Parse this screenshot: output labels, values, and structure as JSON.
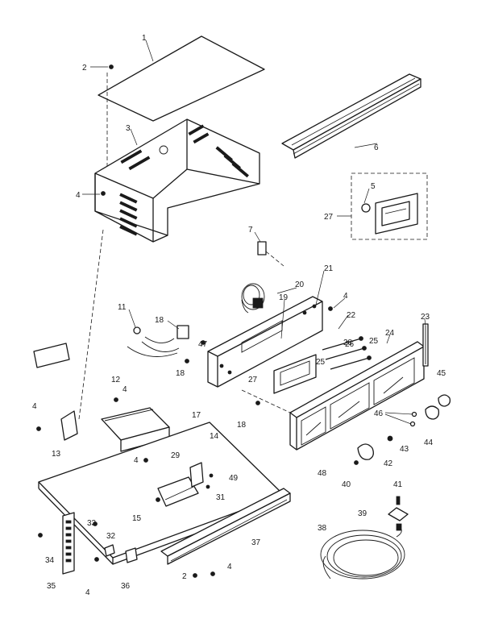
{
  "callouts": [
    "1",
    "2",
    "3",
    "4",
    "5",
    "6",
    "7",
    "11",
    "12",
    "13",
    "14",
    "15",
    "17",
    "18",
    "19",
    "20",
    "21",
    "22",
    "23",
    "24",
    "25",
    "26",
    "27",
    "28",
    "29",
    "31",
    "32",
    "33",
    "34",
    "35",
    "36",
    "37",
    "38",
    "39",
    "40",
    "41",
    "42",
    "43",
    "44",
    "45",
    "46",
    "47",
    "48",
    "49"
  ]
}
